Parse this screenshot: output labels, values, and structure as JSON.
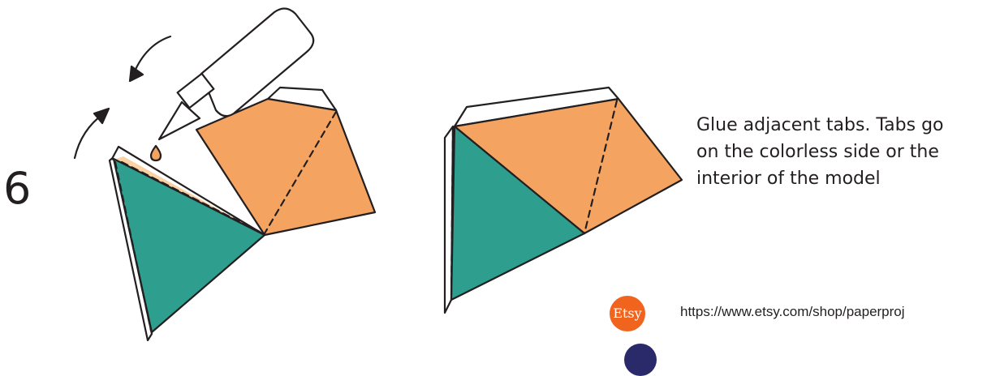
{
  "step": {
    "number": "6"
  },
  "instruction": {
    "lines": [
      "Glue adjacent tabs. Tabs go",
      "on the colorless side or the",
      "interior of the model"
    ]
  },
  "shop": {
    "badge_label": "Etsy",
    "url": "https://www.etsy.com/shop/paperproj"
  },
  "colors": {
    "orange": "#f4a460",
    "teal": "#2e9e8f",
    "glue_strip": "#fbd2a4",
    "outline": "#231f20",
    "etsy": "#f1641e"
  },
  "icons": [
    "glue-bottle-icon",
    "rotate-arrow-icon",
    "glue-drop-icon"
  ]
}
